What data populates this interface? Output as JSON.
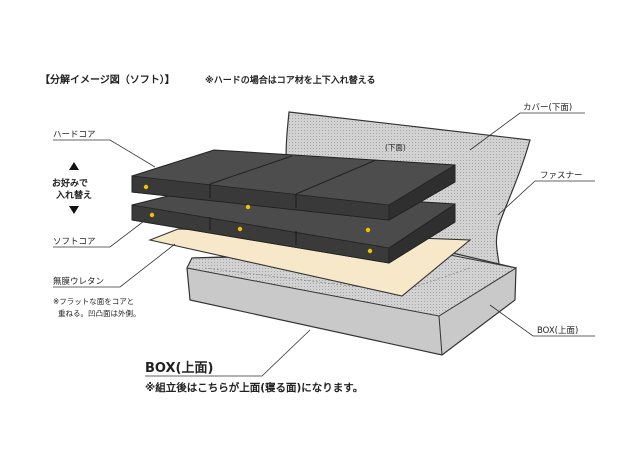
{
  "header": {
    "title": "【分解イメージ図（ソフト）】",
    "note": "※ハードの場合はコア材を上下入れ替える"
  },
  "labels": {
    "hard_core": "ハードコア",
    "swap_line1": "お好みで",
    "swap_line2": "入れ替え",
    "soft_core": "ソフトコア",
    "urethane": "無膜ウレタン",
    "urethane_note1": "※フラットな面をコアと",
    "urethane_note2": "重ねる。凹凸面は外側。",
    "cover_bottom": "カバー(下面)",
    "cover_inner": "(下面)",
    "zipper": "ファスナー",
    "box_top": "BOX(上面)",
    "box_top_big": "BOX(上面)",
    "box_note": "※組立後はこちらが上面(寝る面)になります。"
  },
  "colors": {
    "hard_core": "#4a4a4a",
    "soft_core": "#555555",
    "urethane": "#f6e7c8",
    "cover": "#dcdcdc",
    "box": "#cfcfcf",
    "dot": "#f2c200"
  }
}
